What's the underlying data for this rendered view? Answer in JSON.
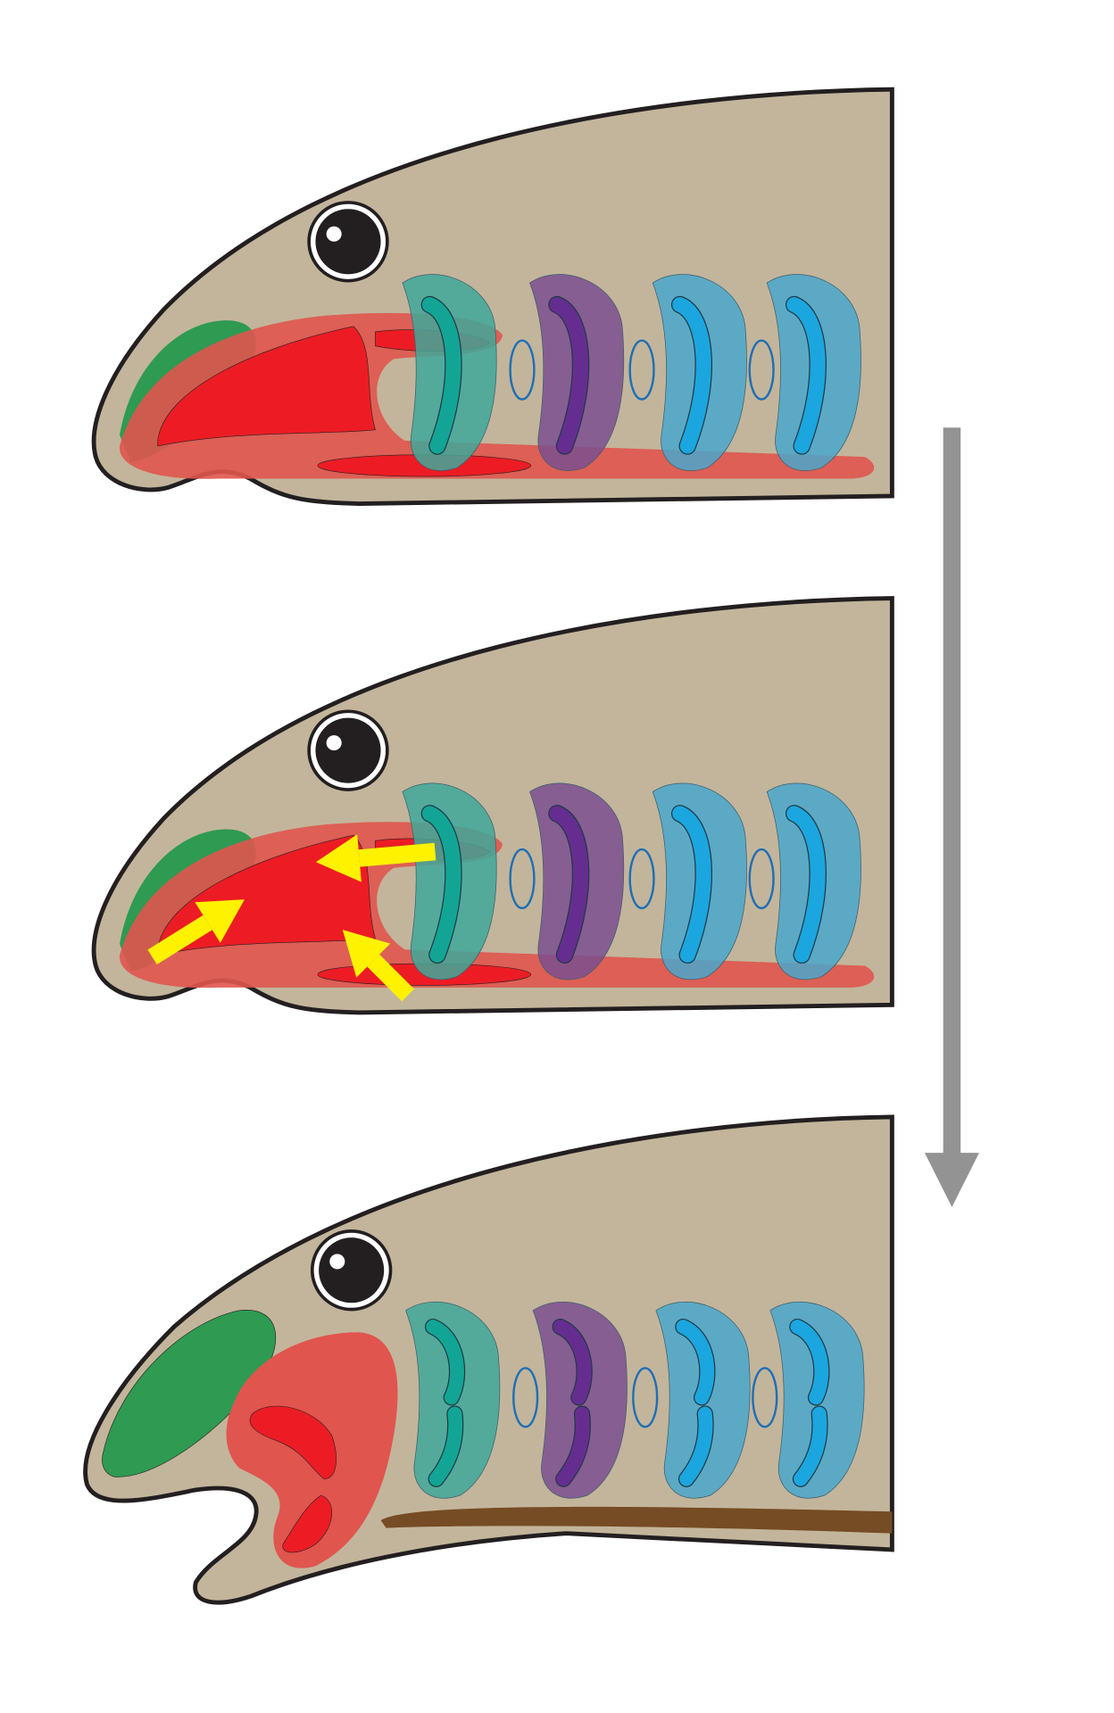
{
  "diagram": {
    "panels": [
      "stage-1",
      "stage-2",
      "stage-3"
    ],
    "colors": {
      "background": "#ffffff",
      "body": "#c3b59b",
      "outline": "#231f20",
      "eye": "#231f20",
      "green_region": "#2e9a52",
      "pharynx_pink": "#e0554e",
      "red": "#ed1c24",
      "arch_teal": "#3fa89a",
      "arch_teal_inner": "#12a596",
      "arch_purple": "#7b4f91",
      "arch_purple_inner": "#662d91",
      "arch_blue": "#4aa7cc",
      "arch_blue_inner": "#1ba6e0",
      "pouch_ring": "#1f6fb5",
      "yellow_arrow": "#fff200",
      "time_arrow": "#939393",
      "brown_bar": "#754c24"
    }
  }
}
